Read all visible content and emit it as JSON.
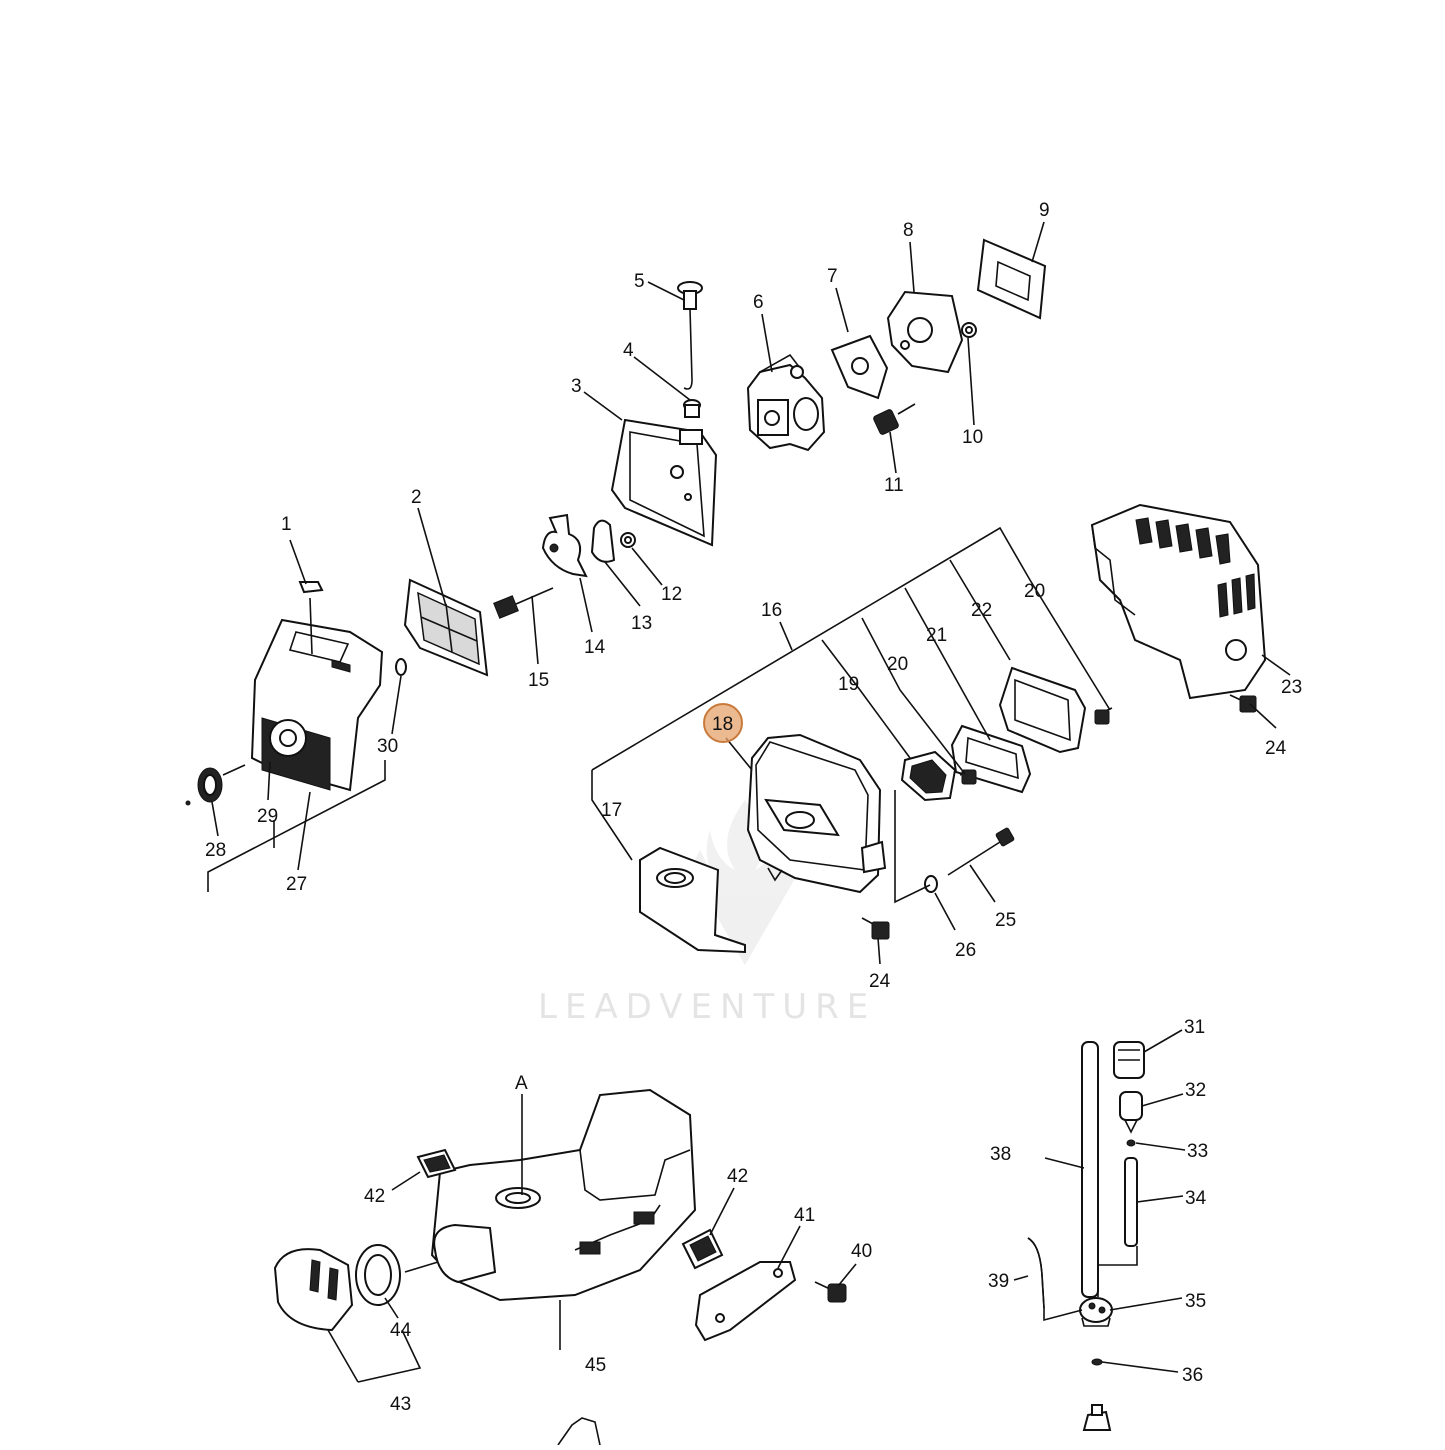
{
  "diagram": {
    "highlight_color": "#e4a36b",
    "highlighted_callout": "18",
    "section_label": "A",
    "watermark": "LEADVENTURE",
    "callouts": {
      "c1": "1",
      "c2": "2",
      "c3": "3",
      "c4": "4",
      "c5": "5",
      "c6": "6",
      "c7": "7",
      "c8": "8",
      "c9": "9",
      "c10": "10",
      "c11": "11",
      "c12": "12",
      "c13": "13",
      "c14": "14",
      "c15": "15",
      "c16": "16",
      "c17": "17",
      "c18": "18",
      "c19": "19",
      "c20a": "20",
      "c20b": "20",
      "c21": "21",
      "c22": "22",
      "c23": "23",
      "c24a": "24",
      "c24b": "24",
      "c25": "25",
      "c26": "26",
      "c27": "27",
      "c28": "28",
      "c29": "29",
      "c30": "30",
      "c31": "31",
      "c32": "32",
      "c33": "33",
      "c34": "34",
      "c35": "35",
      "c36": "36",
      "c38": "38",
      "c39": "39",
      "c40": "40",
      "c41": "41",
      "c42a": "42",
      "c42b": "42",
      "c43": "43",
      "c44": "44",
      "c45": "45"
    }
  }
}
